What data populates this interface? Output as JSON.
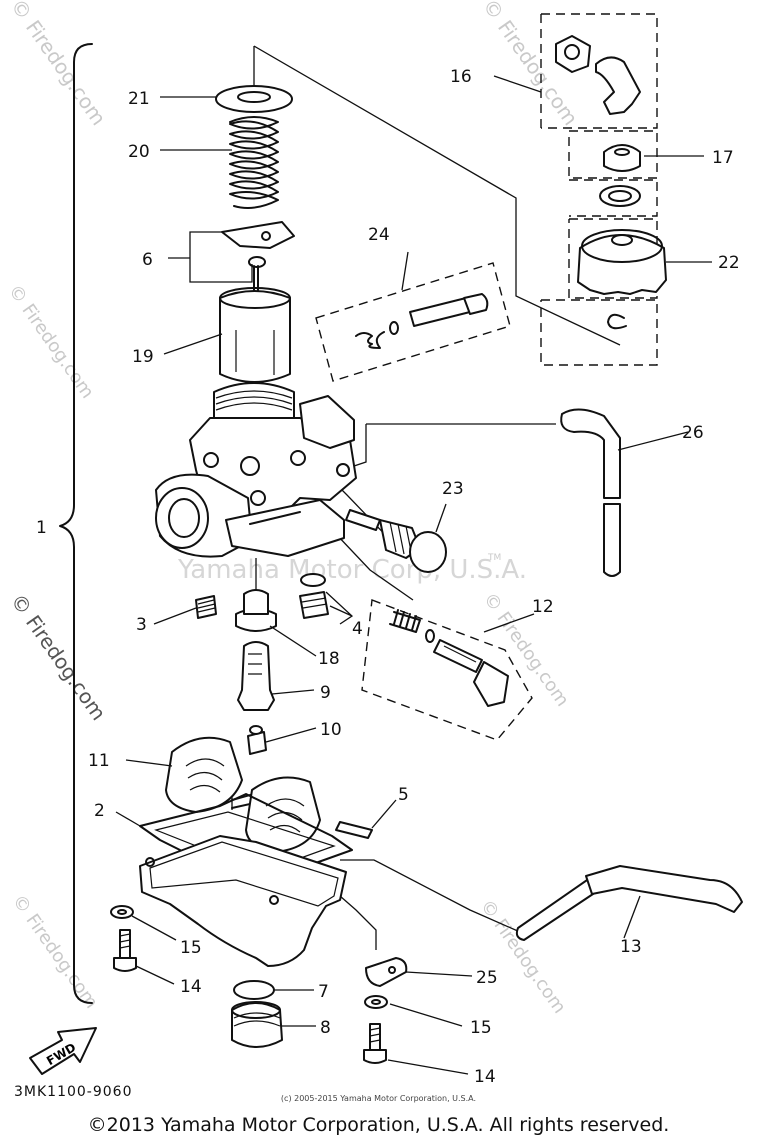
{
  "callouts": [
    {
      "id": "c1",
      "label": "1"
    },
    {
      "id": "c2",
      "label": "2"
    },
    {
      "id": "c3",
      "label": "3"
    },
    {
      "id": "c4",
      "label": "4"
    },
    {
      "id": "c5",
      "label": "5"
    },
    {
      "id": "c6",
      "label": "6"
    },
    {
      "id": "c7",
      "label": "7"
    },
    {
      "id": "c8",
      "label": "8"
    },
    {
      "id": "c9",
      "label": "9"
    },
    {
      "id": "c10",
      "label": "10"
    },
    {
      "id": "c11",
      "label": "11"
    },
    {
      "id": "c12",
      "label": "12"
    },
    {
      "id": "c13",
      "label": "13"
    },
    {
      "id": "c14a",
      "label": "14"
    },
    {
      "id": "c14b",
      "label": "14"
    },
    {
      "id": "c15a",
      "label": "15"
    },
    {
      "id": "c15b",
      "label": "15"
    },
    {
      "id": "c16",
      "label": "16"
    },
    {
      "id": "c17",
      "label": "17"
    },
    {
      "id": "c18",
      "label": "18"
    },
    {
      "id": "c19",
      "label": "19"
    },
    {
      "id": "c20",
      "label": "20"
    },
    {
      "id": "c21",
      "label": "21"
    },
    {
      "id": "c22",
      "label": "22"
    },
    {
      "id": "c23",
      "label": "23"
    },
    {
      "id": "c24",
      "label": "24"
    },
    {
      "id": "c25",
      "label": "25"
    },
    {
      "id": "c26",
      "label": "26"
    }
  ],
  "fwd_label": "FWD",
  "diagram_code": "3MK1100-9060",
  "small_copyright": "(c) 2005-2015 Yamaha Motor Corporation, U.S.A.",
  "copyright": "©2013 Yamaha Motor Corporation, U.S.A. All rights reserved.",
  "watermark_center": "Yamaha Motor Corp, U.S.A.",
  "watermark_side": "© Firedog.com",
  "watermark_tm": "TM",
  "colors": {
    "ink": "#111111",
    "watermark": "#c9c9c9",
    "background": "#ffffff"
  }
}
